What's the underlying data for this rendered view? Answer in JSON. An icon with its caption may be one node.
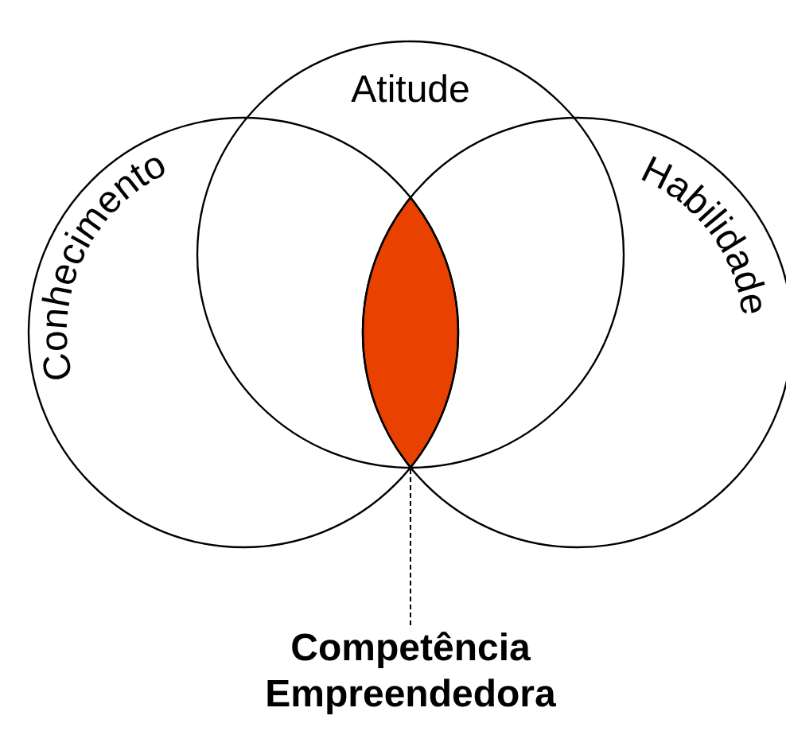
{
  "diagram": {
    "nodes": [
      {
        "text": [
          "Conhecimento"
        ]
      },
      {
        "text": [
          "Atitude"
        ]
      },
      {
        "text": [
          "Habilidade"
        ]
      },
      {
        "text": [],
        "shape": "lens"
      },
      {
        "text": [
          "Competência Empreendedora"
        ]
      }
    ],
    "edges": [
      {
        "from": 4,
        "to": 3,
        "arrow": "none",
        "style": "dashed"
      }
    ]
  }
}
